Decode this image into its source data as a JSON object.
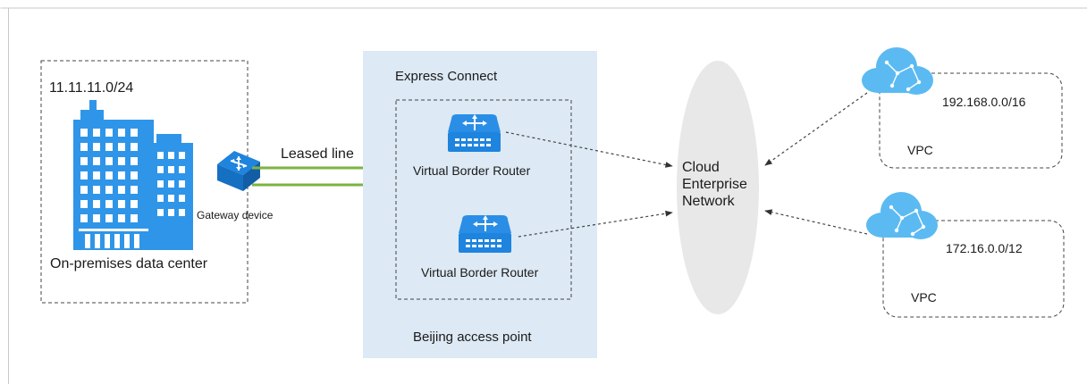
{
  "datacenter": {
    "cidr": "11.11.11.0/24",
    "name": "On-premises data center",
    "building_icon": "office-building-icon"
  },
  "gateway": {
    "name": "Gateway device",
    "icon": "network-switch-icon"
  },
  "leased_line": {
    "label": "Leased line"
  },
  "express_connect": {
    "title": "Express Connect",
    "access_point": "Beijing access point",
    "routers": [
      {
        "label": "Virtual Border Router",
        "icon": "router-icon"
      },
      {
        "label": "Virtual Border Router",
        "icon": "router-icon"
      }
    ]
  },
  "cen": {
    "line1": "Cloud",
    "line2": "Enterprise",
    "line3": "Network"
  },
  "vpcs": [
    {
      "cidr": "192.168.0.0/16",
      "label": "VPC",
      "icon": "cloud-icon"
    },
    {
      "cidr": "172.16.0.0/12",
      "label": "VPC",
      "icon": "cloud-icon"
    }
  ],
  "colors": {
    "building_blue": "#2f95e8",
    "device_blue": "#1e84de",
    "cloud_blue": "#5cbaf2",
    "express_bg": "#dde9f4",
    "cen_fill": "#e8e8e8",
    "leased_line_green": "#7cb342",
    "dashed_gray": "#555555"
  }
}
